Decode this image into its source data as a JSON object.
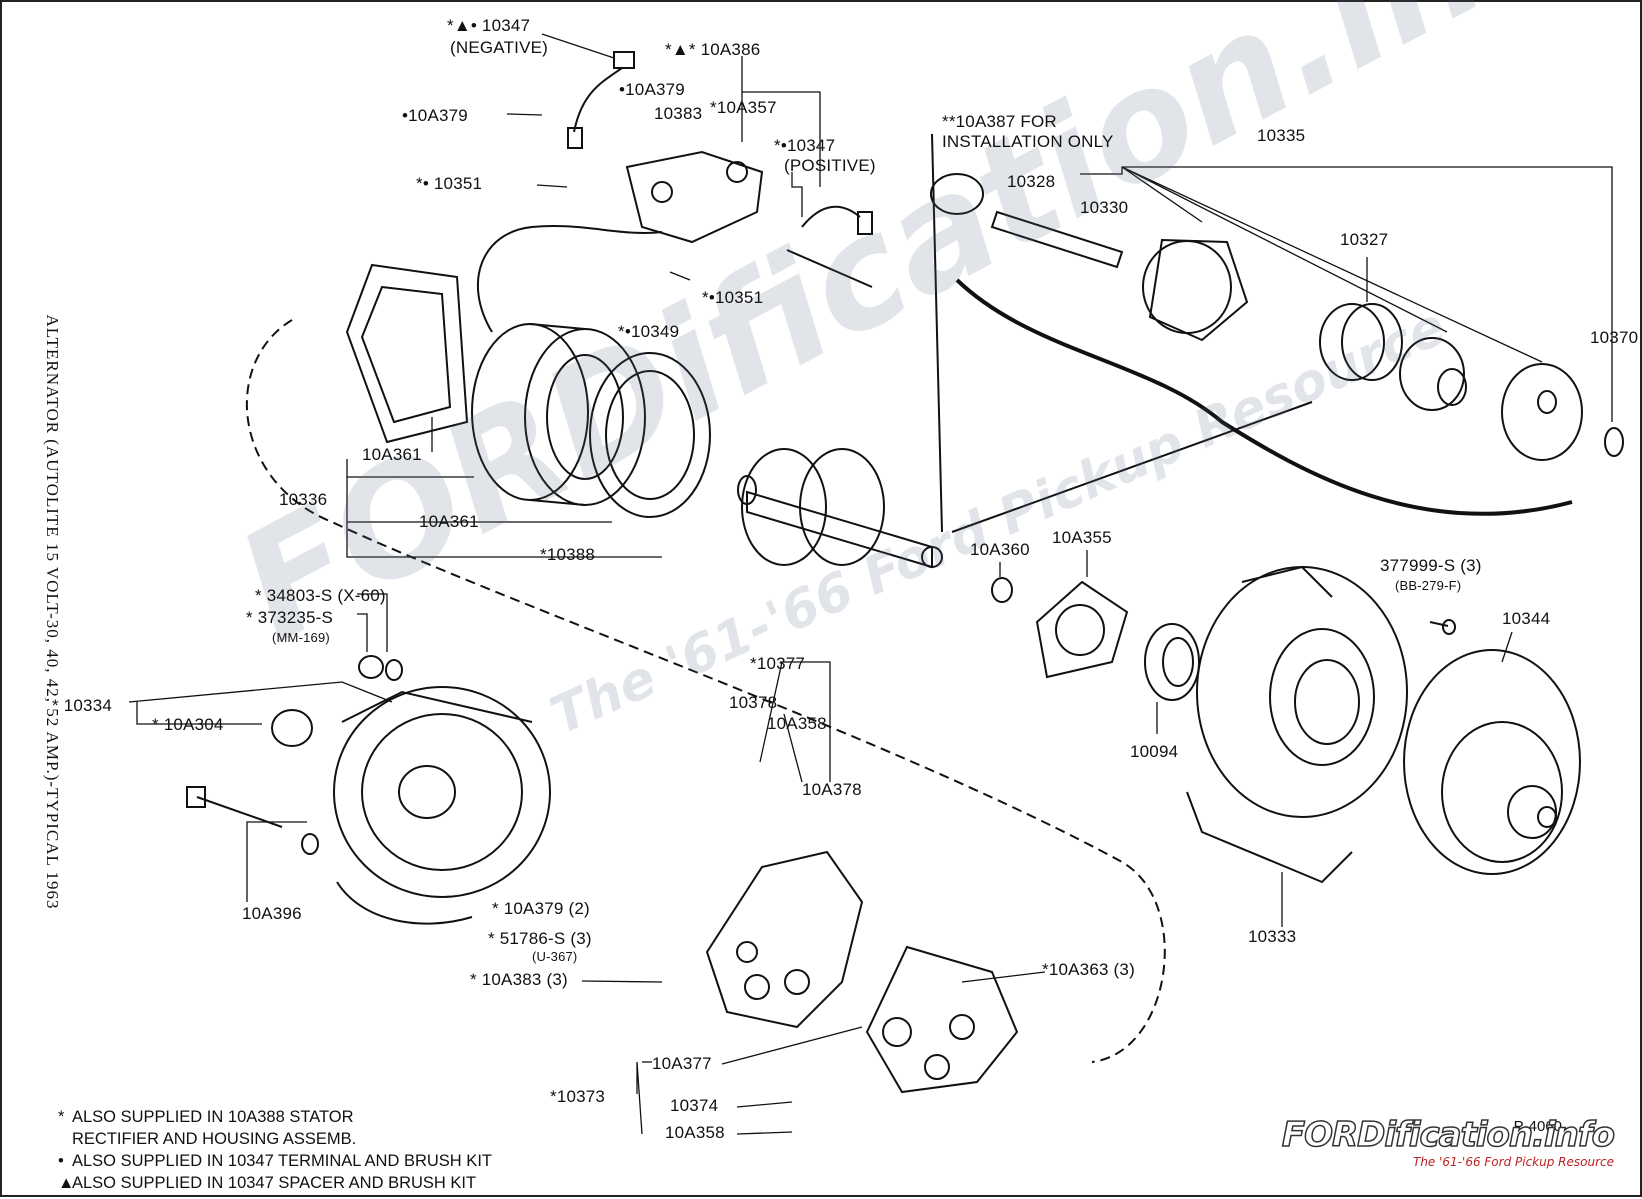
{
  "title": "ALTERNATOR (AUTOLITE 15 VOLT-30, 40, 42, 52 AMP.)-TYPICAL 1963",
  "plate_number": "P-4060",
  "watermark": {
    "main": "FORDification.info",
    "sub": "The '61-'66 Ford Pickup Resource"
  },
  "brand": {
    "name": "FORDification.info",
    "tagline": "The '61-'66 Ford Pickup Resource"
  },
  "notes": [
    {
      "marker": "*",
      "text": "ALSO SUPPLIED IN 10A388 STATOR"
    },
    {
      "marker": "",
      "text": "RECTIFIER AND HOUSING ASSEMB."
    },
    {
      "marker": "•",
      "text": "ALSO SUPPLIED IN 10347 TERMINAL  AND BRUSH KIT"
    },
    {
      "marker": "▲",
      "text": "ALSO SUPPLIED IN 10347 SPACER AND BRUSH KIT"
    }
  ],
  "callouts": {
    "c10347neg": "*▲• 10347",
    "c10347neg_sub": "(NEGATIVE)",
    "c10a386": "*▲* 10A386",
    "c10a379a": "•10A379",
    "c10a379b": "•10A379",
    "c10383": "10383",
    "c10a357": "*10A357",
    "c10347pos": "*•10347",
    "c10347pos_sub": "(POSITIVE)",
    "c10351a": "*• 10351",
    "c10351b": "*•10351",
    "c10349": "*•10349",
    "c10a387": "**10A387 FOR",
    "c10a387_sub": "INSTALLATION ONLY",
    "c10328": "10328",
    "c10330": "10330",
    "c10335": "10335",
    "c10327": "10327",
    "c10370": "10370",
    "c10a361a": "10A361",
    "c10a361b": "10A361",
    "c10336": "10336",
    "c10388": "*10388",
    "c10a360": "10A360",
    "c10a355": "10A355",
    "c377999": "377999-S (3)",
    "c377999_sub": "(BB-279-F)",
    "c10344": "10344",
    "c34803": "* 34803-S (X-60)",
    "c373235": "* 373235-S",
    "c373235_sub": "(MM-169)",
    "c10334": "* 10334",
    "c10a304": "* 10A304",
    "c10377": "*10377",
    "c10378a": "10378",
    "c10a358a": "10A358",
    "c10a378": "10A378",
    "c10094": "10094",
    "c10a396": "10A396",
    "c10a379c": "* 10A379 (2)",
    "c51786": "* 51786-S (3)",
    "c51786_sub": "(U-367)",
    "c10a383": "* 10A383 (3)",
    "c10a363": "*10A363 (3)",
    "c10333": "10333",
    "c10a377": "10A377",
    "c10373": "*10373",
    "c10374": "10374",
    "c10a358b": "10A358"
  }
}
